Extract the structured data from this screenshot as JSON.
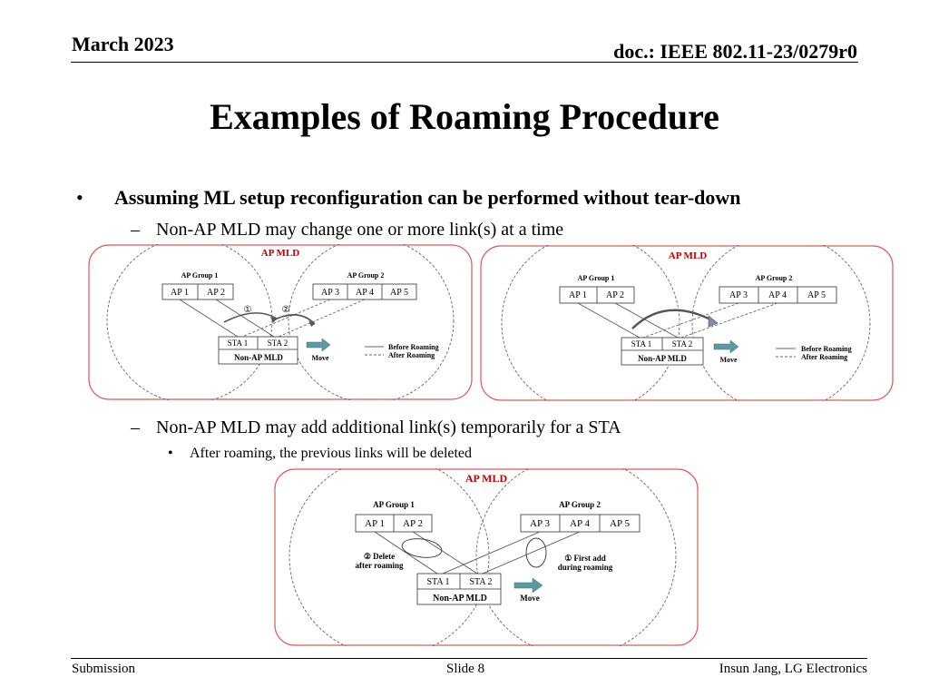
{
  "header": {
    "date": "March 2023",
    "doc": "doc.: IEEE 802.11-23/0279r0"
  },
  "title": "Examples of Roaming Procedure",
  "bullets": {
    "main": "Assuming ML setup reconfiguration can be performed without tear-down",
    "sub1": "Non-AP MLD may change one or more link(s) at a time",
    "sub2": "Non-AP MLD may add additional link(s) temporarily for a STA",
    "sub2_1": "After roaming, the previous links will be deleted"
  },
  "diagram": {
    "ap_mld": "AP MLD",
    "group1": "AP Group 1",
    "group2": "AP Group 2",
    "ap1": "AP 1",
    "ap2": "AP 2",
    "ap3": "AP 3",
    "ap4": "AP 4",
    "ap5": "AP 5",
    "sta1": "STA 1",
    "sta2": "STA 2",
    "non_ap_mld": "Non-AP MLD",
    "move": "Move",
    "before": "Before Roaming",
    "after": "After Roaming",
    "step1": "①",
    "step2": "②",
    "delete_line1": "② Delete",
    "delete_line2": "after roaming",
    "add_line1": "① First add",
    "add_line2": "during roaming"
  },
  "colors": {
    "frame": "#e05a5a",
    "arrow_fill": "#5b9aa0"
  },
  "footer": {
    "left": "Submission",
    "center": "Slide 8",
    "right": "Insun Jang, LG Electronics"
  }
}
